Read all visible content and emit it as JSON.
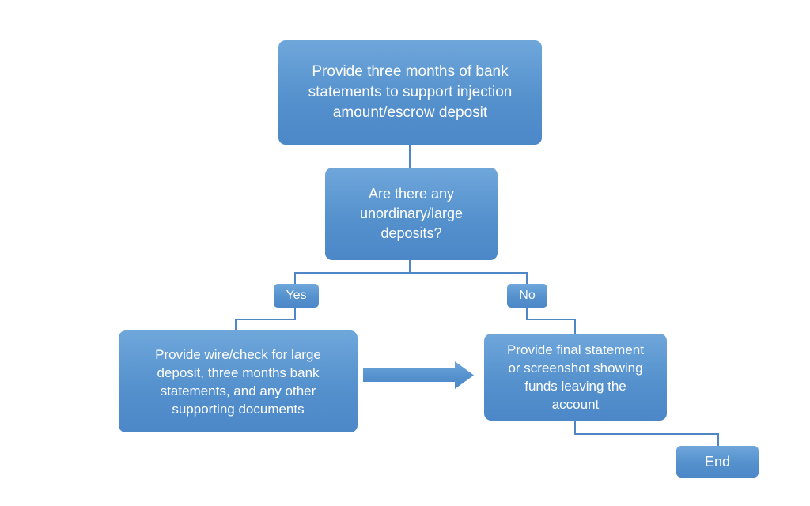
{
  "diagram": {
    "type": "flowchart",
    "background": "#ffffff",
    "colors": {
      "node_fill_top": "#6FA7DB",
      "node_fill_bottom": "#4C87C8",
      "connector": "#4E86C6",
      "text": "#FFFFFF"
    },
    "nodes": {
      "start": {
        "label": "Provide three months of bank\nstatements to support injection\namount/escrow deposit"
      },
      "decision": {
        "label": "Are there any\nunordinary/large\ndeposits?"
      },
      "yes": {
        "label": "Yes"
      },
      "no": {
        "label": "No"
      },
      "yes_action": {
        "label": "Provide wire/check for large\ndeposit, three months bank\nstatements, and any other\nsupporting documents"
      },
      "no_action": {
        "label": "Provide final statement\nor screenshot showing\nfunds leaving the\naccount"
      },
      "end": {
        "label": "End"
      }
    },
    "edges": [
      {
        "from": "start",
        "to": "decision",
        "style": "elbow"
      },
      {
        "from": "decision",
        "to": "yes_action",
        "branch": "Yes",
        "style": "elbow"
      },
      {
        "from": "decision",
        "to": "no_action",
        "branch": "No",
        "style": "elbow"
      },
      {
        "from": "yes_action",
        "to": "no_action",
        "style": "block-arrow"
      },
      {
        "from": "no_action",
        "to": "end",
        "style": "elbow"
      }
    ]
  }
}
